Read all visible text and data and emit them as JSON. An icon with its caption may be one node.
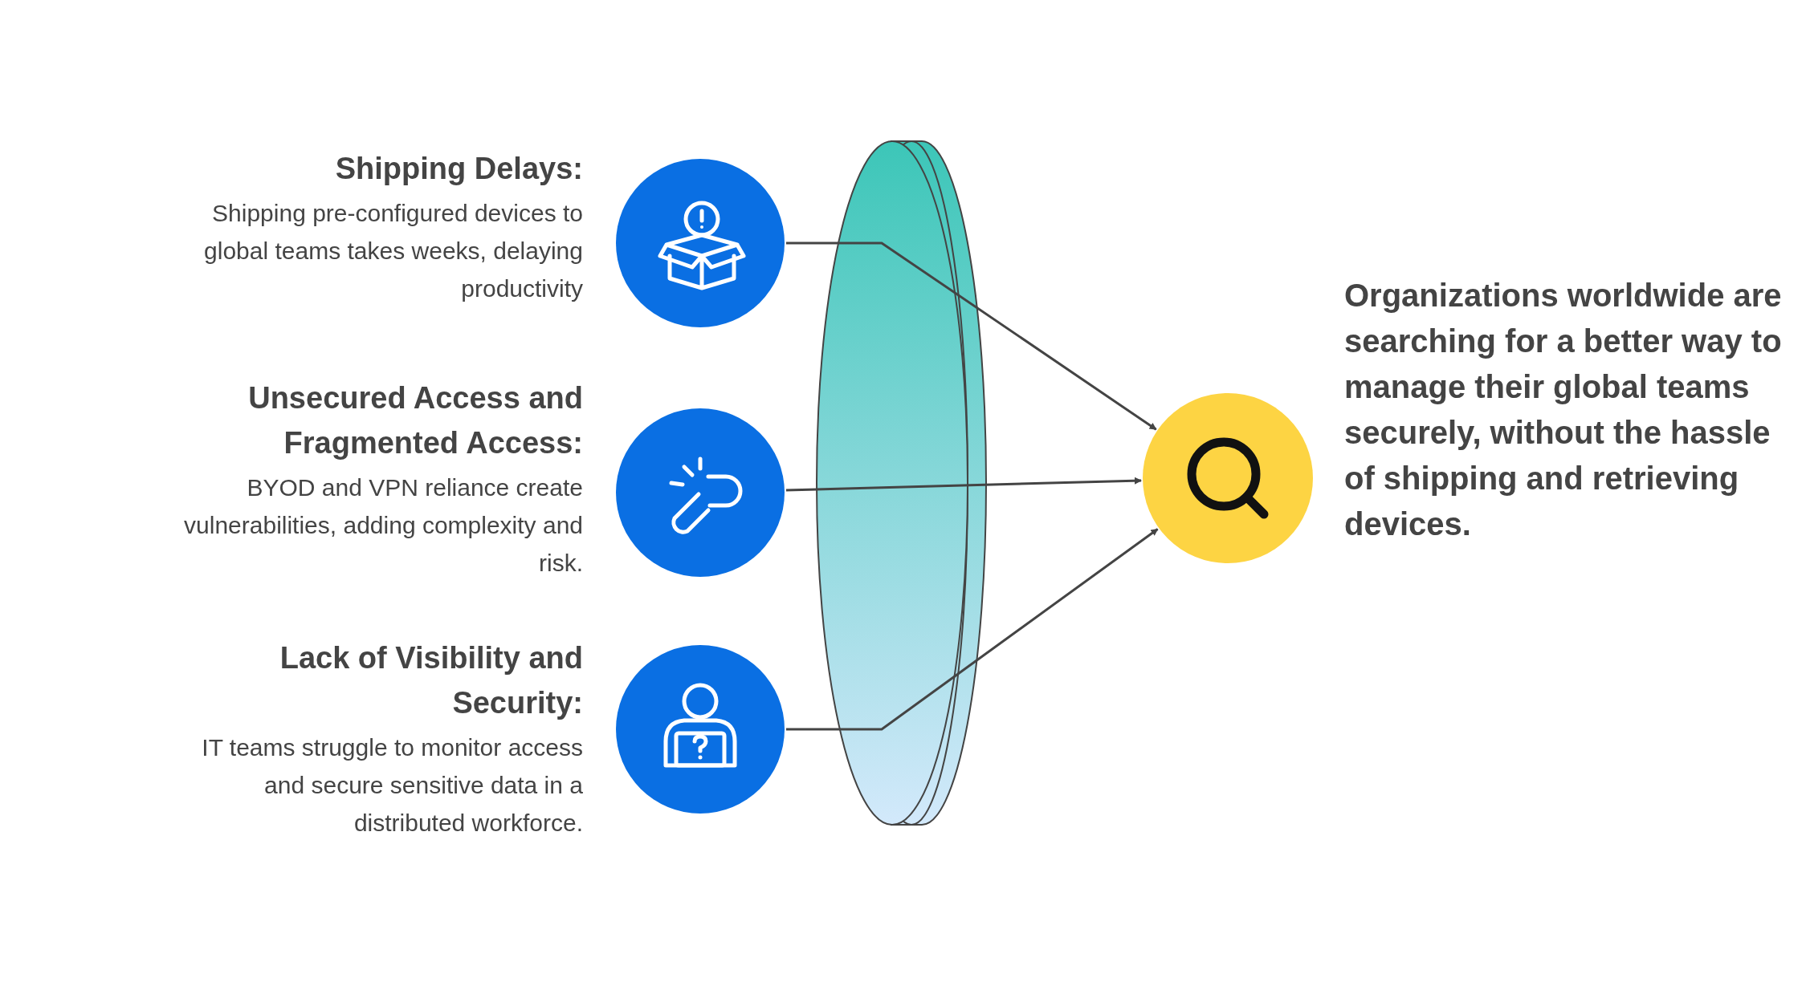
{
  "diagram": {
    "nodes": [
      {
        "text": [],
        "shape": "circle",
        "beside": [
          "Shipping Delays:",
          "Shipping pre-configured devices to global teams takes weeks, delaying productivity"
        ]
      },
      {
        "text": [],
        "shape": "circle",
        "beside": [
          "Unsecured Access and Fragmented Access:",
          "BYOD and VPN reliance create vulnerabilities, adding complexity and risk."
        ]
      },
      {
        "text": [],
        "shape": "circle",
        "beside": [
          "Lack of Visibility and Security:",
          "IT teams struggle to monitor access and secure sensitive data in a distributed workforce."
        ]
      },
      {
        "text": [],
        "shape": "circle",
        "beside": [
          "Organizations worldwide are searching for a better way to manage their global teams securely, without the hassle of shipping and retrieving devices."
        ]
      }
    ],
    "edges": [
      {
        "from": 0,
        "to": 3,
        "arrow": "to"
      },
      {
        "from": 1,
        "to": 3,
        "arrow": "to"
      },
      {
        "from": 2,
        "to": 3,
        "arrow": "to"
      }
    ]
  }
}
